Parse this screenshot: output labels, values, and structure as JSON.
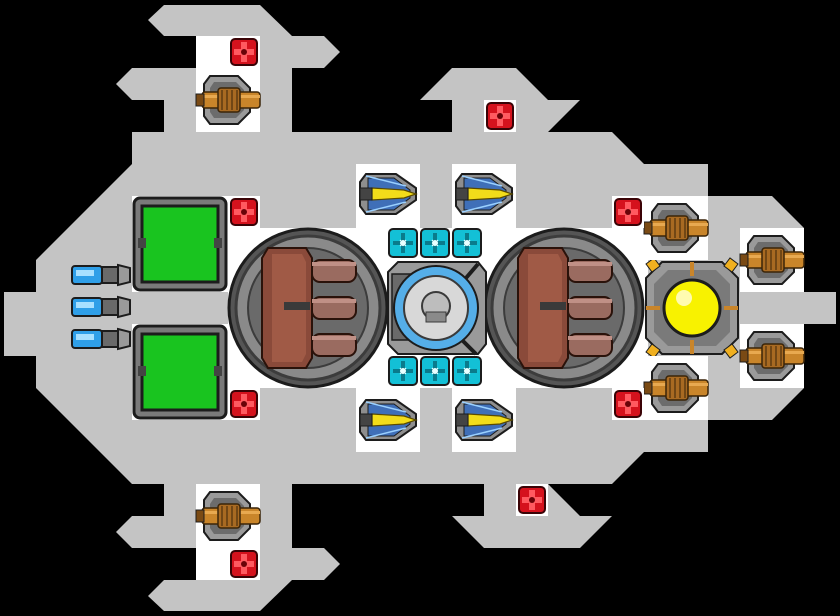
{
  "view": "ship-layout",
  "colors": {
    "background": "#000000",
    "hull": "#c4c4c4",
    "room_floor": "#ffffff",
    "outline": "#1c1c1c",
    "metal": "#8a8a8a",
    "metal_dark": "#4c4c4c",
    "turret_copper": "#c9852a",
    "turret_copper_dark": "#7a4a14",
    "drone_blue": "#4a8fd4",
    "drone_yellow": "#f2dc1a",
    "bay_green": "#19c41f",
    "console_red": "#d5121d",
    "crew_cyan": "#13c0d6",
    "reactor_yellow": "#f8f200",
    "engine_blue": "#2f9fe8",
    "torpedo_brown": "#8a4a3a",
    "torpedo_body": "#9a6b60",
    "shield_blue": "#55aee8"
  },
  "modules": {
    "turrets": [
      {
        "id": "turret-top-left"
      },
      {
        "id": "turret-bottom-left"
      },
      {
        "id": "turret-right-upper"
      },
      {
        "id": "turret-right-lower"
      },
      {
        "id": "turret-far-right-top"
      },
      {
        "id": "turret-far-right-bottom"
      }
    ],
    "drones": [
      {
        "id": "drone-top-1"
      },
      {
        "id": "drone-top-2"
      },
      {
        "id": "drone-bottom-1"
      },
      {
        "id": "drone-bottom-2"
      }
    ],
    "consoles": [
      {
        "id": "console-1"
      },
      {
        "id": "console-2"
      },
      {
        "id": "console-3"
      },
      {
        "id": "console-4"
      },
      {
        "id": "console-5"
      },
      {
        "id": "console-6"
      },
      {
        "id": "console-7"
      },
      {
        "id": "console-8"
      }
    ],
    "crew_slots": [
      {
        "id": "crew-slot-1"
      },
      {
        "id": "crew-slot-2"
      },
      {
        "id": "crew-slot-3"
      },
      {
        "id": "crew-slot-4"
      },
      {
        "id": "crew-slot-5"
      },
      {
        "id": "crew-slot-6"
      }
    ],
    "bays": [
      {
        "id": "hangar-bay-top"
      },
      {
        "id": "hangar-bay-bottom"
      }
    ],
    "torpedo_launchers": [
      {
        "id": "torpedo-launcher-left"
      },
      {
        "id": "torpedo-launcher-right"
      }
    ],
    "engines": [
      {
        "id": "engine-1"
      },
      {
        "id": "engine-2"
      },
      {
        "id": "engine-3"
      }
    ],
    "reactor": {
      "id": "reactor-core"
    },
    "shield_generator": {
      "id": "shield-generator"
    }
  }
}
